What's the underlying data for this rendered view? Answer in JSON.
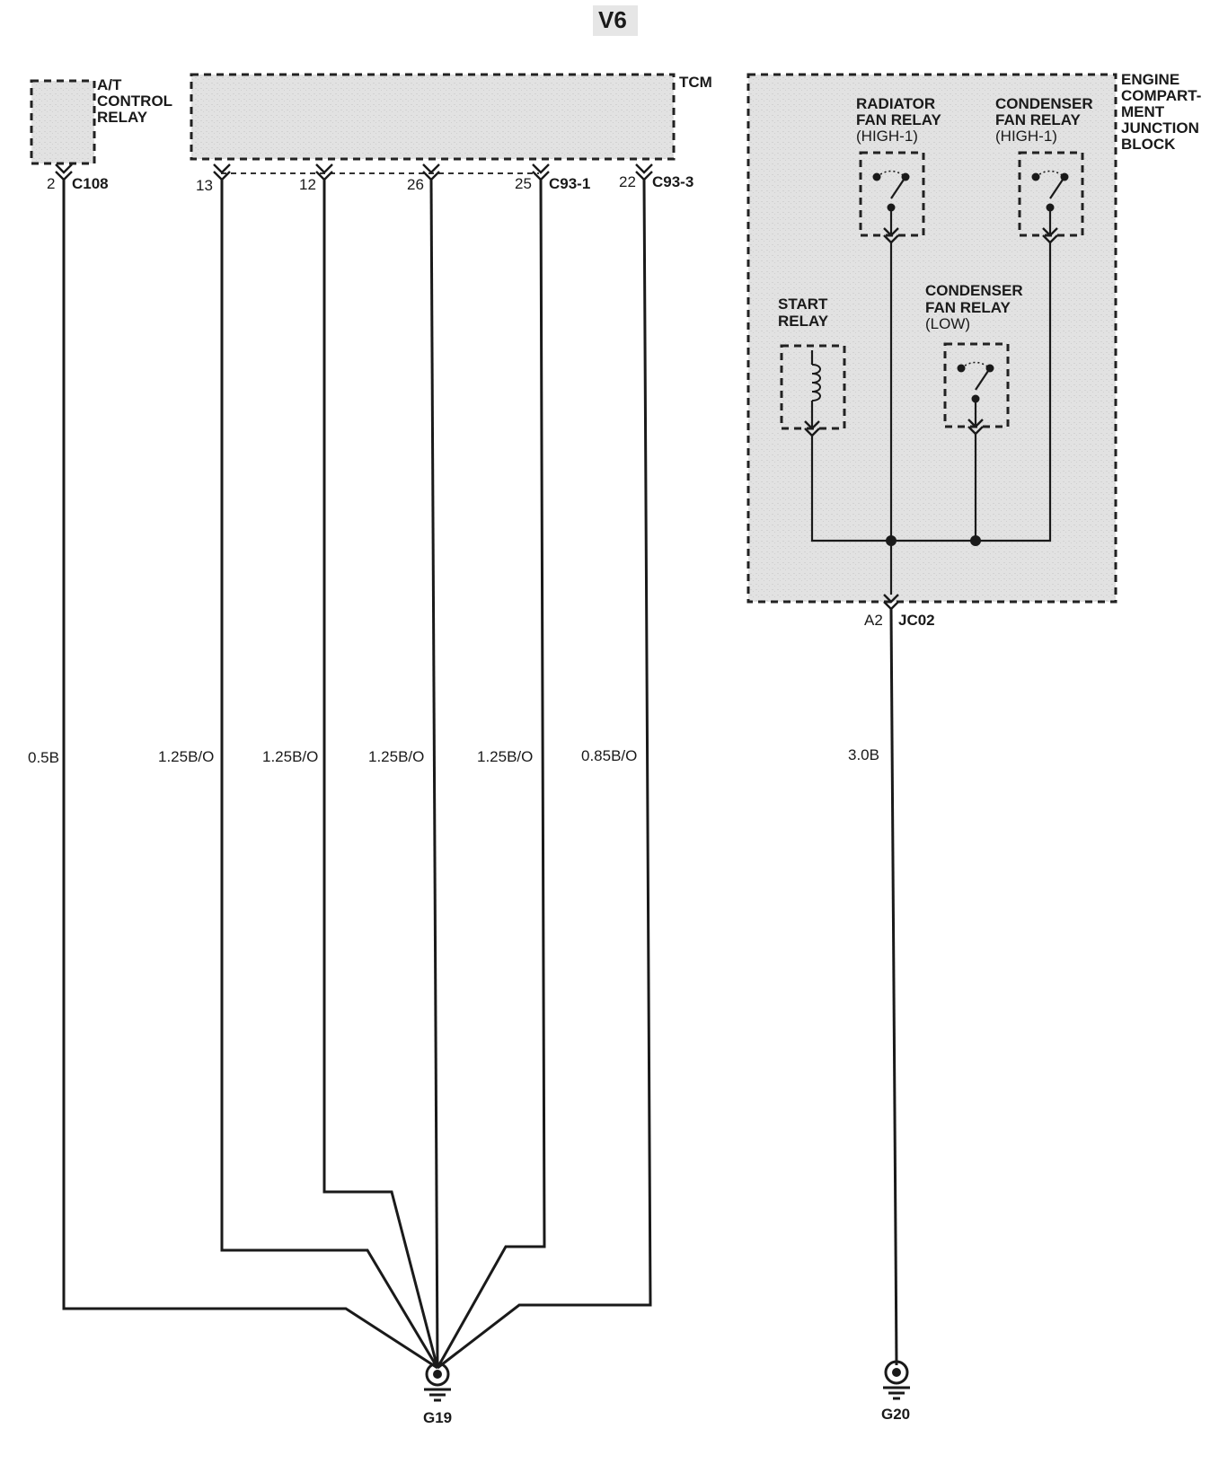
{
  "title": "V6",
  "components": {
    "at_control_relay": [
      "A/T",
      "CONTROL",
      "RELAY"
    ],
    "tcm": "TCM",
    "junction_block": [
      "ENGINE",
      "COMPART-",
      "MENT",
      "JUNCTION",
      "BLOCK"
    ],
    "radiator_fan_relay_high1": [
      "RADIATOR",
      "FAN RELAY",
      "(HIGH-1)"
    ],
    "condenser_fan_relay_high1": [
      "CONDENSER",
      "FAN RELAY",
      "(HIGH-1)"
    ],
    "start_relay": [
      "START",
      "RELAY"
    ],
    "condenser_fan_relay_low": [
      "CONDENSER",
      "FAN RELAY",
      "(LOW)"
    ]
  },
  "connectors": {
    "c108": {
      "name": "C108",
      "pin": "2"
    },
    "c93_1": {
      "name": "C93-1",
      "pins": [
        "13",
        "12",
        "26",
        "25"
      ]
    },
    "c93_3": {
      "name": "C93-3",
      "pin": "22"
    },
    "jc02": {
      "name": "JC02",
      "pin": "A2"
    }
  },
  "wires": [
    "0.5B",
    "1.25B/O",
    "1.25B/O",
    "1.25B/O",
    "1.25B/O",
    "0.85B/O",
    "3.0B"
  ],
  "grounds": {
    "g19": "G19",
    "g20": "G20"
  }
}
